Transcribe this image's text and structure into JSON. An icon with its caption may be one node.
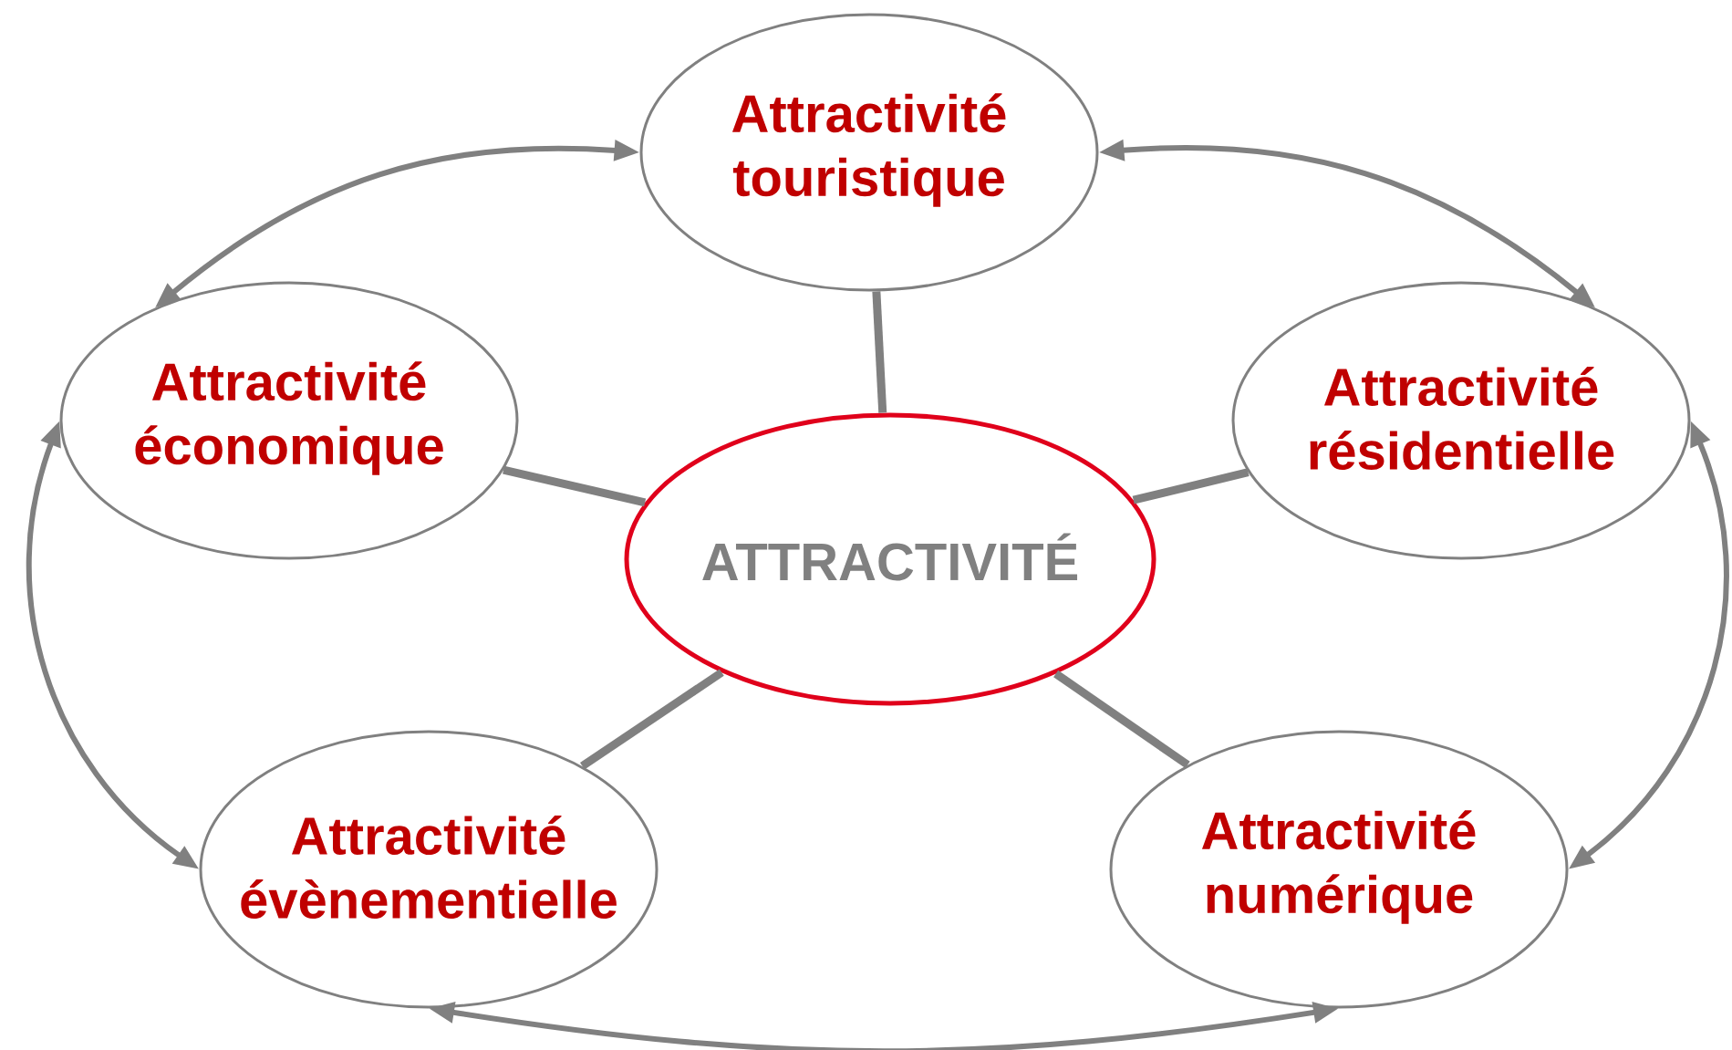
{
  "diagram": {
    "nodes": [
      {
        "text": [
          "Attractivité touristique"
        ]
      },
      {
        "text": [
          "Attractivité économique"
        ]
      },
      {
        "text": [
          "ATTRACTIVITÉ"
        ]
      },
      {
        "text": [
          "Attractivité résidentielle"
        ]
      },
      {
        "text": [
          "Attractivité évènementielle"
        ]
      },
      {
        "text": [
          "Attractivité numérique"
        ]
      }
    ],
    "edges": [
      {
        "from": 2,
        "to": 0,
        "arrow": "none"
      },
      {
        "from": 2,
        "to": 1,
        "arrow": "none"
      },
      {
        "from": 2,
        "to": 3,
        "arrow": "none"
      },
      {
        "from": 2,
        "to": 4,
        "arrow": "none"
      },
      {
        "from": 2,
        "to": 5,
        "arrow": "none"
      },
      {
        "from": 1,
        "to": 0,
        "arrow": "both"
      },
      {
        "from": 0,
        "to": 3,
        "arrow": "both"
      },
      {
        "from": 1,
        "to": 4,
        "arrow": "both"
      },
      {
        "from": 3,
        "to": 5,
        "arrow": "both"
      },
      {
        "from": 4,
        "to": 5,
        "arrow": "both"
      }
    ]
  }
}
